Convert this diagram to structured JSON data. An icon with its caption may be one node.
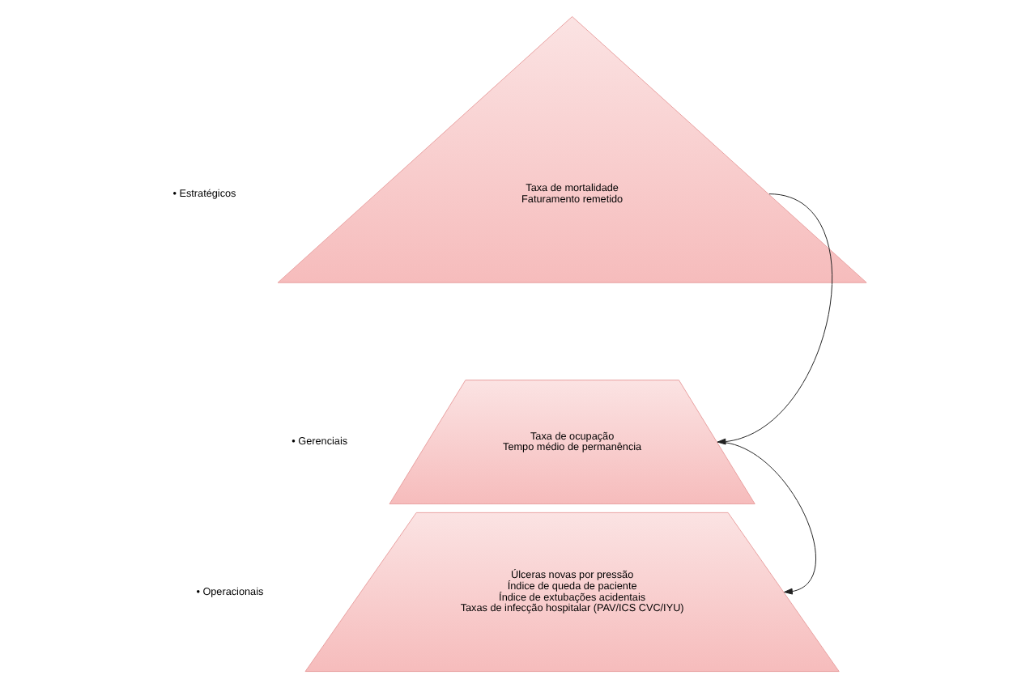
{
  "diagram": {
    "nodes": [
      {
        "text": [
          "Taxa de mortalidade",
          "Faturamento remetido"
        ]
      },
      {
        "text": [
          "Taxa de ocupação",
          "Tempo médio de permanência"
        ]
      },
      {
        "text": [
          "Úlceras novas por pressão",
          "Índice de queda de paciente",
          "Índice de extubações acidentais",
          "Taxas de infecção hospitalar (PAV/ICS CVC/IYU)"
        ]
      }
    ],
    "labels": [
      "• Estratégicos",
      "• Gerenciais",
      "• Operacionais"
    ],
    "edges": [
      {
        "from": 0,
        "to": 1,
        "arrow": "to"
      },
      {
        "from": 1,
        "to": 2,
        "arrow": "to"
      }
    ]
  }
}
